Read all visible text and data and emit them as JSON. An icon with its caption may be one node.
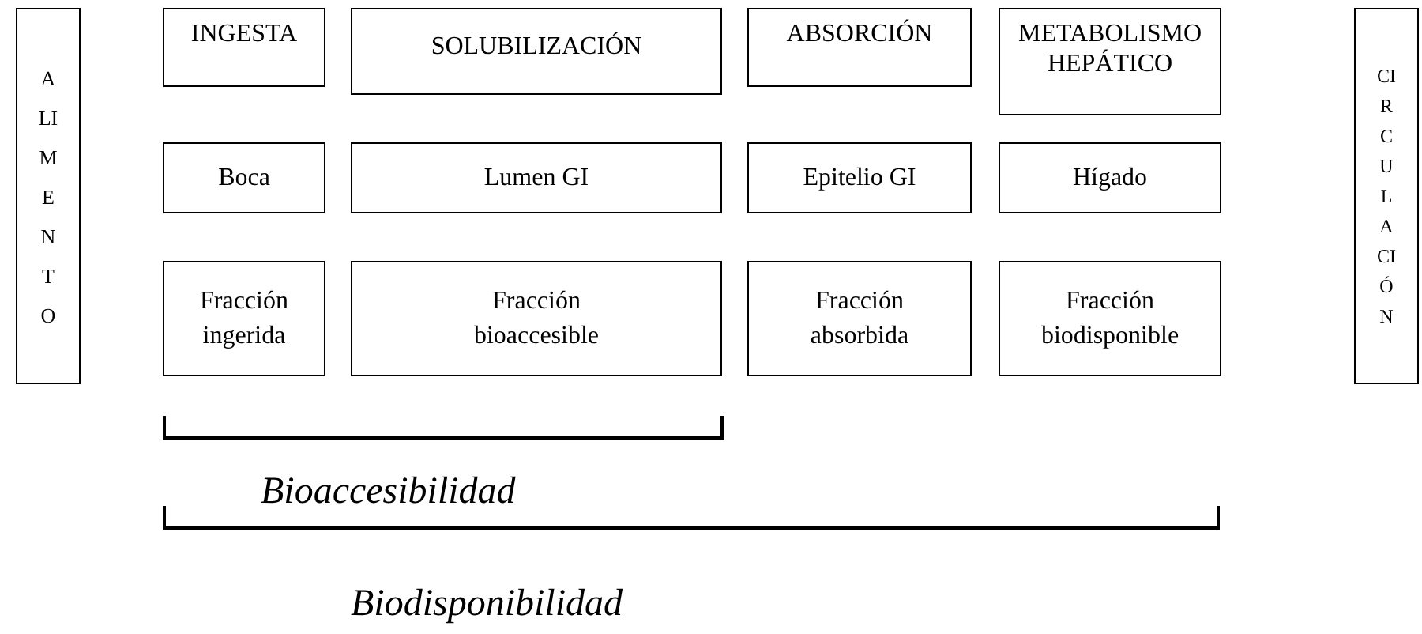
{
  "diagram": {
    "nodes": [
      {
        "text": [
          "ALIMENTO"
        ]
      },
      {
        "text": [
          "INGESTA"
        ]
      },
      {
        "text": [
          "SOLUBILIZACIÓN"
        ]
      },
      {
        "text": [
          "ABSORCIÓN"
        ]
      },
      {
        "text": [
          "METABOLISMO HEPÁTICO"
        ]
      },
      {
        "text": [
          "Boca"
        ]
      },
      {
        "text": [
          "Lumen GI"
        ]
      },
      {
        "text": [
          "Epitelio GI"
        ]
      },
      {
        "text": [
          "Hígado"
        ]
      },
      {
        "text": [
          "Fracción ingerida"
        ]
      },
      {
        "text": [
          "Fracción bioaccesible"
        ]
      },
      {
        "text": [
          "Fracción absorbida"
        ]
      },
      {
        "text": [
          "Fracción biodisponible"
        ]
      },
      {
        "text": [
          "CIRCULACIÓN"
        ]
      }
    ],
    "edges": [],
    "labels": [
      "Bioaccesibilidad",
      "Biodisponibilidad"
    ]
  }
}
